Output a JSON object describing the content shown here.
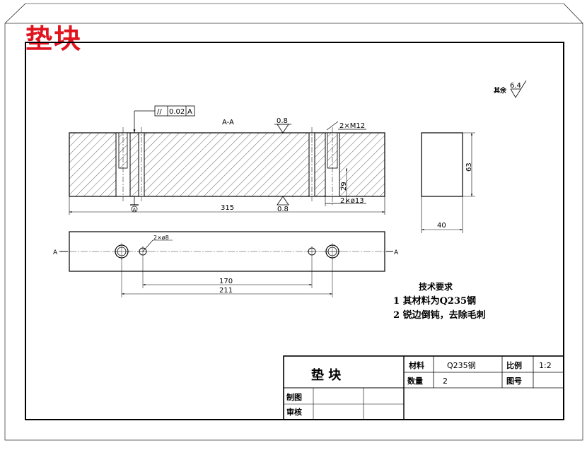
{
  "drawing_title": "垫块",
  "section_label": "A-A",
  "cut_plane_label": "A",
  "surface": {
    "other_label": "其余",
    "other_value": "6.4",
    "top_value": "0.8",
    "bottom_value": "0.8"
  },
  "tolerance_frame": {
    "symbol": "//",
    "value": "0.02",
    "datum": "A"
  },
  "datum_symbol": "A",
  "dimensions": {
    "thread": "2×M12",
    "hole": "2×ø13",
    "depth": "29",
    "overall_length": "315",
    "side_height": "63",
    "side_width": "40",
    "pin_holes": "2×ø8",
    "pin_spacing": "170",
    "hole_spacing": "211"
  },
  "notes": {
    "heading": "技术要求",
    "items": [
      "1 其材料为Q235钢",
      "2 锐边倒钝，去除毛刺"
    ]
  },
  "title_block": {
    "part_name": "垫  块",
    "material_label": "材料",
    "material_value": "Q235钢",
    "scale_label": "比例",
    "scale_value": "1:2",
    "quantity_label": "数量",
    "quantity_value": "2",
    "drawing_no_label": "图号",
    "drawn_label": "制图",
    "checked_label": "审核"
  }
}
